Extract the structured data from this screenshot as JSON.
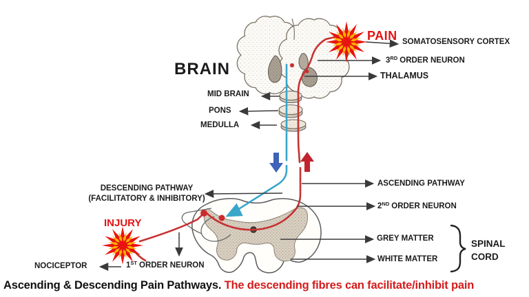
{
  "title_caption": {
    "black": "Ascending & Descending Pain Pathways.",
    "red": " The descending fibres can facilitate/inhibit pain"
  },
  "labels": {
    "brain": "BRAIN",
    "pain": "PAIN",
    "somatosensory_cortex": "SOMATOSENSORY CORTEX",
    "third_order_neuron": {
      "base": "3",
      "sup": "RD",
      "rest": "ORDER NEURON"
    },
    "thalamus": "THALAMUS",
    "mid_brain": "MID BRAIN",
    "pons": "PONS",
    "medulla": "MEDULLA",
    "descending_pathway_line1": "DESCENDING PATHWAY",
    "descending_pathway_line2": "(FACILITATORY & INHIBITORY)",
    "ascending_pathway": "ASCENDING PATHWAY",
    "second_order_neuron": {
      "base": "2",
      "sup": "ND",
      "rest": "ORDER NEURON"
    },
    "grey_matter": "GREY MATTER",
    "white_matter": "WHITE MATTER",
    "spinal_cord_line1": "SPINAL",
    "spinal_cord_line2": "CORD",
    "injury": "INJURY",
    "nociceptor": "NOCICEPTOR",
    "first_order_neuron": {
      "base": "1",
      "sup": "ST",
      "rest": "ORDER NEURON"
    }
  },
  "icons": {
    "pain_burst": "starburst",
    "injury_burst": "starburst",
    "descending_block_arrow": "down-arrow",
    "ascending_block_arrow": "up-arrow"
  },
  "colors": {
    "pain_red": "#e01414",
    "pathway_red": "#c63232",
    "block_arrow_red": "#c2232e",
    "block_arrow_blue": "#3e63b8",
    "descending_teal": "#3aa6c9",
    "label_black": "#1b1b1b",
    "caption_red": "#d41c1c",
    "starburst_orange": "#ffb000"
  }
}
